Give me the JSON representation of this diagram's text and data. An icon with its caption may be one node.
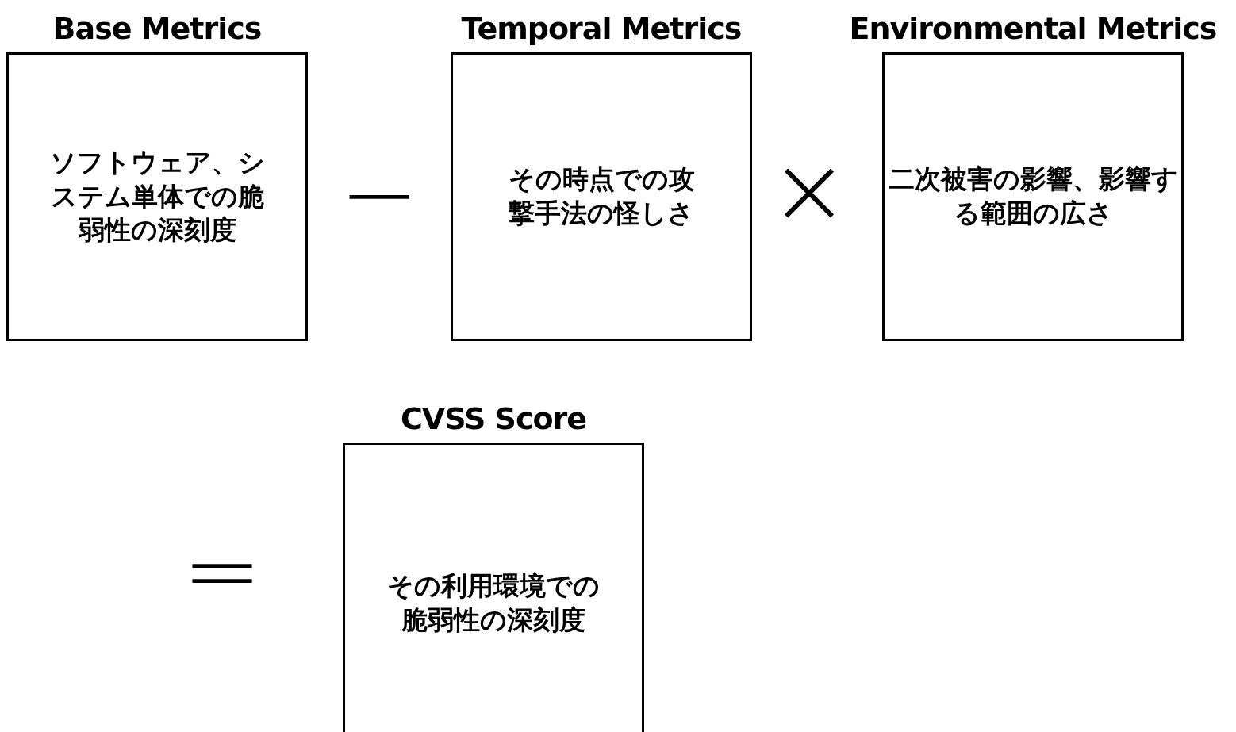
{
  "diagram": {
    "nodes": [
      {
        "text": [
          "Base Metrics",
          "ソフトウェア、システム単体での脆弱性の深刻度"
        ]
      },
      {
        "text": [
          "Temporal Metrics",
          "その時点での攻撃手法の怪しさ"
        ]
      },
      {
        "text": [
          "Environmental Metrics",
          "二次被害の影響、影響する範囲の広さ"
        ]
      },
      {
        "text": [
          "CVSS Score",
          "その利用環境での脆弱性の深刻度"
        ]
      }
    ],
    "edges": [],
    "labels": [
      "−",
      "×",
      "="
    ]
  }
}
